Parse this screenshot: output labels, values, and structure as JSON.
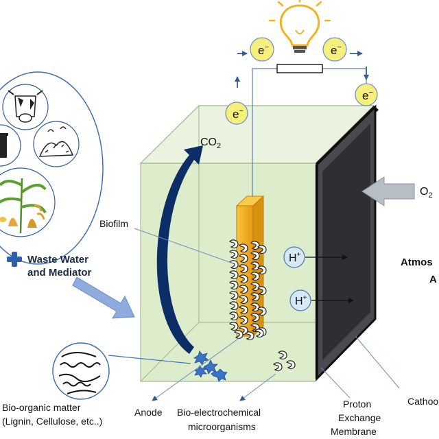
{
  "labels": {
    "co2": "CO",
    "co2_sub": "2",
    "o2": "O",
    "o2_sub": "2",
    "biofilm": "Biofilm",
    "waste_water_line1": "Waste Water",
    "waste_water_line2": "and Mediator",
    "bio_organic_line1": "Bio-organic matter",
    "bio_organic_line2": "(Lignin, Cellulose, etc..)",
    "anode": "Anode",
    "microbes_line1": "Bio-electrochemical",
    "microbes_line2": "microorganisms",
    "pem_line1": "Proton",
    "pem_line2": "Exchange",
    "pem_line3": "Membrane",
    "cathode": "Cathoo",
    "atmos_line1": "Atmos",
    "atmos_line2": "A"
  },
  "electron_label": "e",
  "electron_sup": "−",
  "proton_label": "H",
  "proton_sup": "+",
  "colors": {
    "tank_fill": "#dfeed0",
    "tank_stroke": "#9ab88a",
    "anode": "#f0ab1e",
    "cathode": "#3b3b3e",
    "electron_fill": "#f6f07a",
    "proton_fill": "#d6e8f5",
    "arrow_blue": "#2e5d9a",
    "big_arrow": "#0c2d66",
    "waste_arrow": "#8faadc"
  },
  "icons": [
    "cow-icon",
    "compost-icon",
    "bin-icon",
    "crops-icon",
    "plus-icon",
    "light-bulb-icon",
    "resistor-icon",
    "fiber-icon"
  ]
}
